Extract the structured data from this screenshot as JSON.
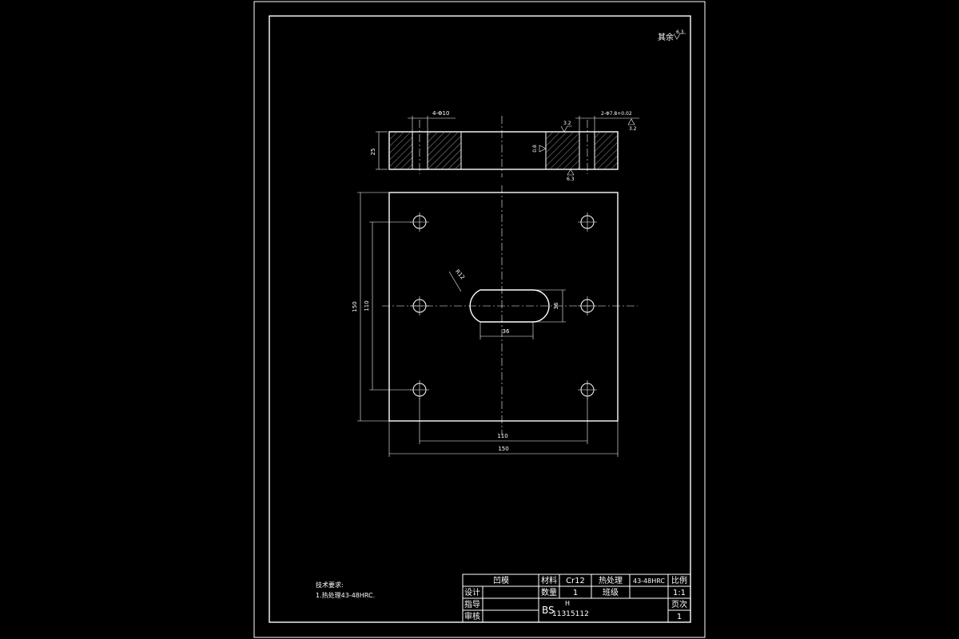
{
  "surface_note": {
    "text": "其余",
    "roughness": "6.3"
  },
  "section_view": {
    "hole_callout": "4-Φ10",
    "precision_callout": "2-Φ7.8+0.02",
    "roughness_top": "3.2",
    "roughness_right": "3.2",
    "roughness_side": "0.8",
    "roughness_bottom": "6.3",
    "thickness": "25"
  },
  "plan_view": {
    "outer_height": "150",
    "hole_pitch_vertical": "110",
    "hole_pitch_horizontal": "110",
    "outer_width": "150",
    "slot_radius": "R12",
    "slot_height": "36",
    "slot_length": "36"
  },
  "tech_requirements": {
    "title": "技术要求:",
    "items": [
      "1.热处理43-48HRC."
    ]
  },
  "title_block": {
    "part_name": "凹模",
    "material_label": "材料",
    "material_value": "Cr12",
    "heat_label": "热处理",
    "heat_value": "43-48HRC",
    "scale_label": "比例",
    "scale_value": "1:1",
    "design_label": "设计",
    "qty_label": "数量",
    "qty_value": "1",
    "class_label": "班级",
    "guide_label": "指导",
    "review_label": "审核",
    "drawing_no_prefix": "BS",
    "drawing_no": "11315112",
    "drawing_no_sub": "H",
    "page_label": "页次",
    "page_value": "1"
  }
}
